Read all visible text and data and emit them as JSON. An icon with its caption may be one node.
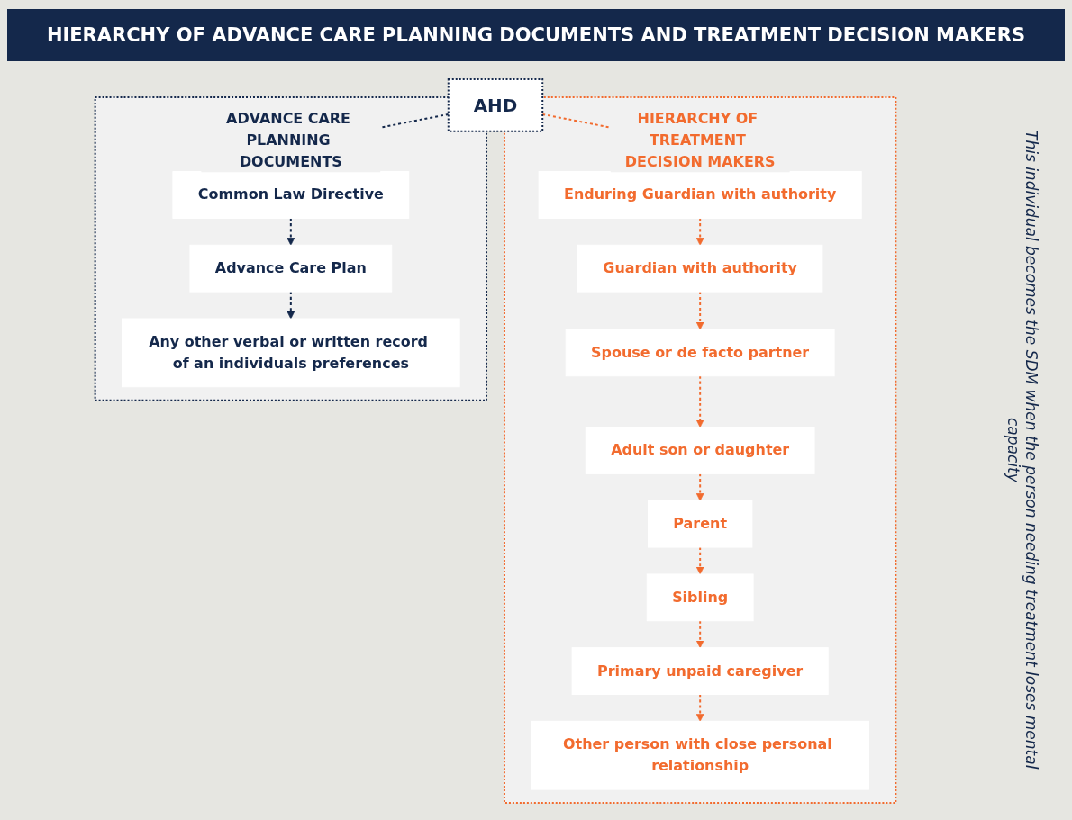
{
  "diagram": {
    "title": "HIERARCHY OF ADVANCE CARE PLANNING DOCUMENTS AND TREATMENT DECISION MAKERS",
    "nodes": [
      {
        "text": [
          "ADVANCE CARE PLANNING DOCUMENTS"
        ]
      },
      {
        "text": [
          "HIERARCHY OF TREATMENT DECISION MAKERS"
        ]
      },
      {
        "text": [
          "AHD"
        ]
      },
      {
        "text": [
          "Common Law Directive"
        ],
        "in": 0
      },
      {
        "text": [
          "Advance Care Plan"
        ],
        "in": 0
      },
      {
        "text": [
          "Any other verbal or written record of an individuals preferences"
        ],
        "in": 0
      },
      {
        "text": [
          "Enduring Guardian with authority"
        ],
        "in": 1
      },
      {
        "text": [
          "Guardian with authority"
        ],
        "in": 1
      },
      {
        "text": [
          "Spouse or de facto partner"
        ],
        "in": 1
      },
      {
        "text": [
          "Adult son or daughter"
        ],
        "in": 1
      },
      {
        "text": [
          "Parent"
        ],
        "in": 1
      },
      {
        "text": [
          "Sibling"
        ],
        "in": 1
      },
      {
        "text": [
          "Primary unpaid caregiver"
        ],
        "in": 1
      },
      {
        "text": [
          "Other person with close personal relationship"
        ],
        "in": 1
      }
    ],
    "edges": [
      {
        "from": 2,
        "to": 3,
        "arrow": "to",
        "style": "dashed",
        "color": "#14284b"
      },
      {
        "from": 3,
        "to": 4,
        "arrow": "to",
        "style": "dashed",
        "color": "#14284b"
      },
      {
        "from": 4,
        "to": 5,
        "arrow": "to",
        "style": "dashed",
        "color": "#14284b"
      },
      {
        "from": 2,
        "to": 6,
        "arrow": "to",
        "style": "dashed"
      },
      {
        "from": 6,
        "to": 7,
        "arrow": "to",
        "style": "dashed"
      },
      {
        "from": 7,
        "to": 8,
        "arrow": "to",
        "style": "dashed"
      },
      {
        "from": 8,
        "to": 9,
        "arrow": "to",
        "style": "dashed"
      },
      {
        "from": 9,
        "to": 10,
        "arrow": "to",
        "style": "dashed"
      },
      {
        "from": 10,
        "to": 11,
        "arrow": "to",
        "style": "dashed"
      },
      {
        "from": 11,
        "to": 12,
        "arrow": "to",
        "style": "dashed"
      },
      {
        "from": 12,
        "to": 13,
        "arrow": "to",
        "style": "dashed"
      }
    ],
    "labels": [
      "This individual becomes the SDM when the person needing treatment loses mental capacity"
    ]
  }
}
